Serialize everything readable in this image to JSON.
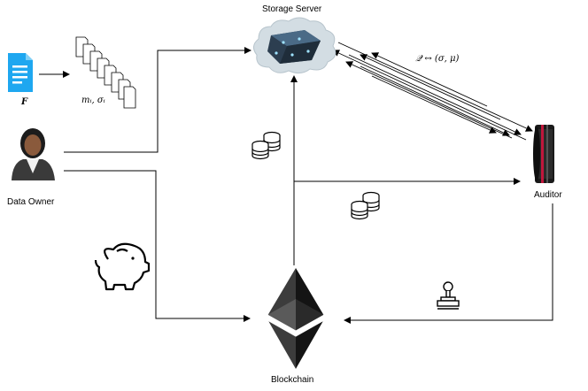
{
  "nodes": {
    "storage_server": {
      "label": "Storage Server",
      "icon": "cloud-server-icon"
    },
    "data_owner": {
      "label": "Data Owner",
      "icon": "person-avatar-icon"
    },
    "auditor": {
      "label": "Auditor",
      "icon": "lens-icon"
    },
    "blockchain": {
      "label": "Blockchain",
      "icon": "ethereum-icon"
    }
  },
  "file": {
    "label": "F",
    "icon": "document-icon"
  },
  "blocks": {
    "label": "mᵢ, σᵢ",
    "icon": "stacked-pages-icon"
  },
  "challenge": {
    "label": "𝒬 ↔ (σ, μ)"
  },
  "icons": {
    "coins": "coins-icon",
    "piggy_bank": "piggy-bank-icon",
    "stamp": "stamp-icon"
  },
  "colors": {
    "file_icon": "#1ea7f0",
    "lens_accent": "#c0173c",
    "eth_dark": "#222222"
  }
}
